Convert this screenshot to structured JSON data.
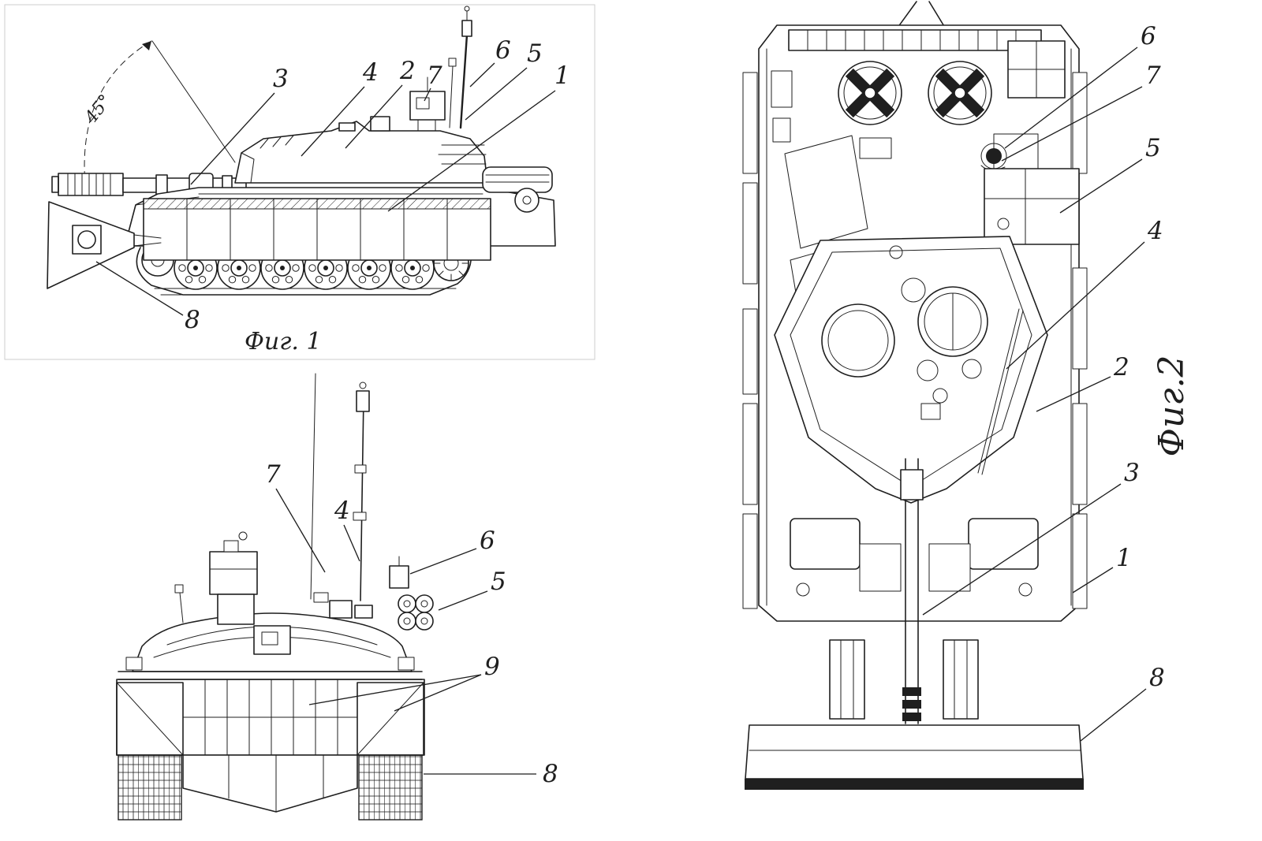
{
  "colors": {
    "ink": "#1f1f1f",
    "paper": "#ffffff"
  },
  "fig1": {
    "caption": "Фиг. 1",
    "angle_label": "45°",
    "callouts": {
      "c1": "1",
      "c2": "2",
      "c3": "3",
      "c4": "4",
      "c5": "5",
      "c6": "6",
      "c7": "7",
      "c8": "8"
    }
  },
  "front_view": {
    "callouts": {
      "c4": "4",
      "c5": "5",
      "c6": "6",
      "c7": "7",
      "c8": "8",
      "c9": "9"
    }
  },
  "fig2": {
    "caption": "Фиг.2",
    "callouts": {
      "c1": "1",
      "c2": "2",
      "c3": "3",
      "c4": "4",
      "c5": "5",
      "c6": "6",
      "c7": "7",
      "c8": "8"
    }
  }
}
